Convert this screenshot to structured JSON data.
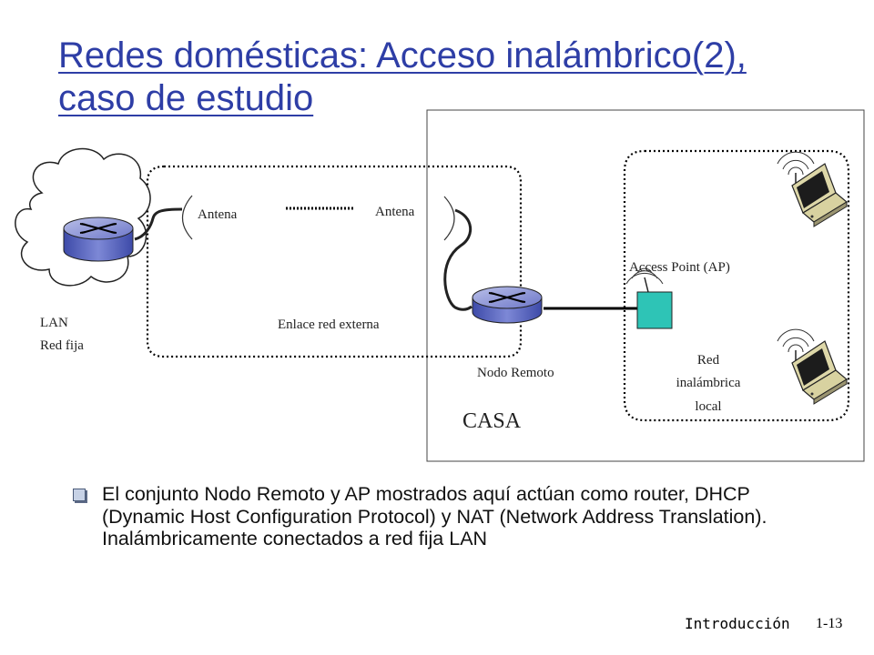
{
  "slide": {
    "title_line1": "Redes domésticas: Acceso inalámbrico(2),",
    "title_line2": "caso de estudio",
    "bullet": "El conjunto Nodo Remoto y AP mostrados aquí actúan como router, DHCP (Dynamic Host Configuration Protocol) y NAT (Network Address Translation). Inalámbricamente conectados a red fija LAN",
    "footer_label": "Introducción",
    "page_number": "1-13"
  },
  "diagram": {
    "antenna_left": "Antena",
    "antenna_right": "Antena",
    "lan_line1": "LAN",
    "lan_line2": "Red fija",
    "external_link": "Enlace red externa",
    "remote_node": "Nodo Remoto",
    "access_point": "Access Point (AP)",
    "wlan_line1": "Red",
    "wlan_line2": "inalámbrica",
    "wlan_line3": "local",
    "house": "CASA"
  }
}
